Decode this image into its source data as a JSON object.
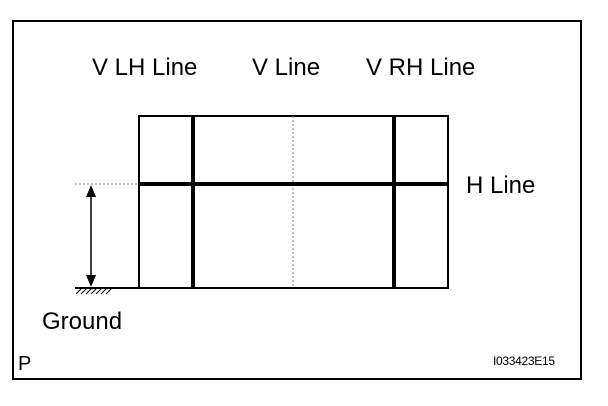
{
  "labels": {
    "v_lh_line": "V LH Line",
    "v_line": "V Line",
    "v_rh_line": "V RH Line",
    "h_line": "H Line",
    "ground": "Ground",
    "corner_mark": "P",
    "figure_code": "I033423E15"
  },
  "colors": {
    "ink": "#000000",
    "background": "#ffffff",
    "dashed_line": "#888888"
  }
}
